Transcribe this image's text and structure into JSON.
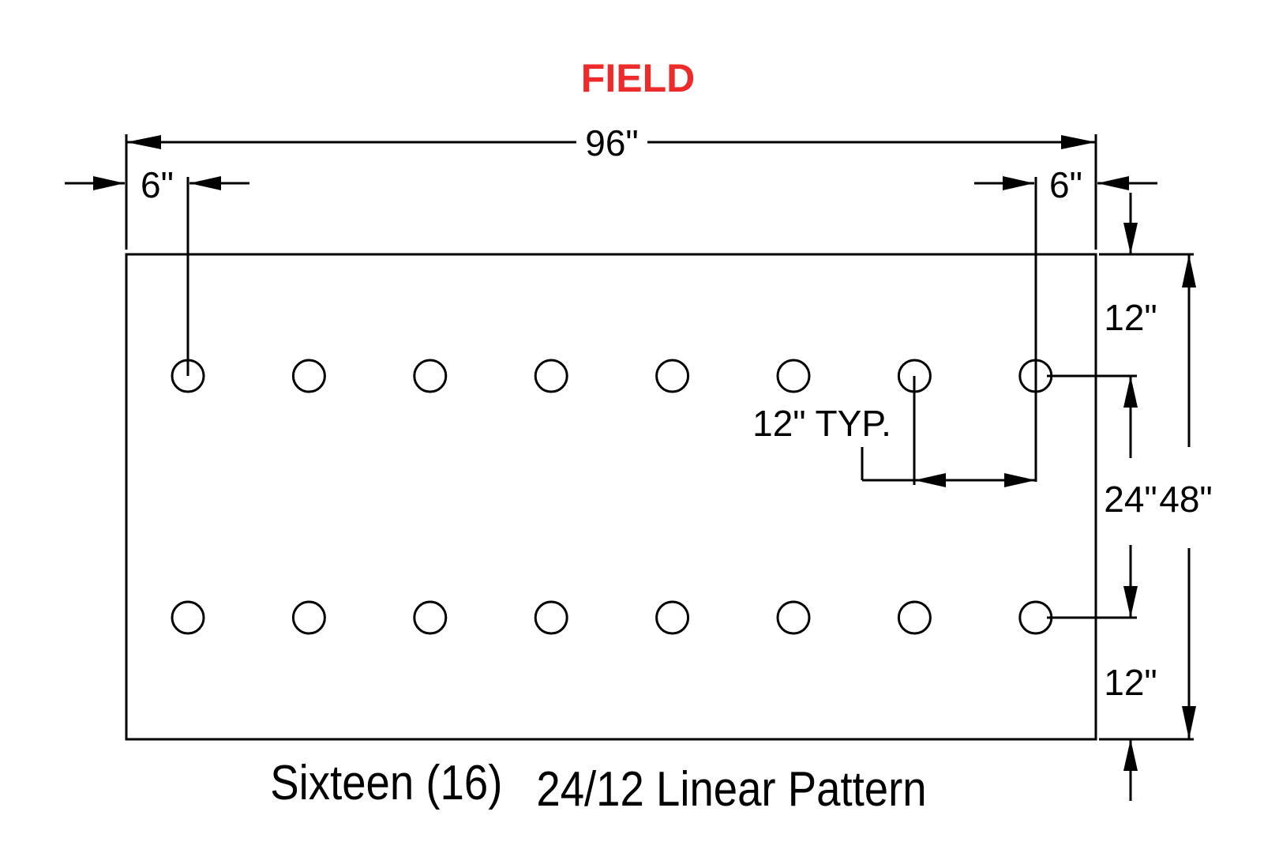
{
  "heading": {
    "text": "FIELD",
    "color": "#ee2b2b"
  },
  "dimensions": {
    "overall_width": "96\"",
    "left_edge_offset": "6\"",
    "right_edge_offset": "6\"",
    "top_edge_offset": "12\"",
    "row_spacing": "24\"",
    "overall_height": "48\"",
    "bottom_edge_offset": "12\"",
    "hole_spacing_note": "12\" TYP."
  },
  "pattern": {
    "rows": 2,
    "holes_per_row": 8
  },
  "caption": {
    "part1": "Sixteen (16)",
    "part2": "24/12 Linear Pattern"
  }
}
